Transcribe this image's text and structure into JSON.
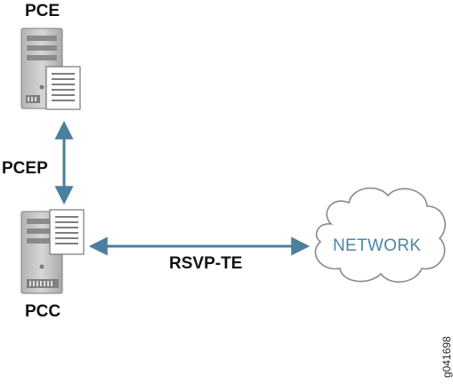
{
  "nodes": {
    "pce": {
      "label": "PCE"
    },
    "pcc": {
      "label": "PCC"
    },
    "network": {
      "label": "NETWORK"
    }
  },
  "links": {
    "pcep": {
      "label": "PCEP",
      "from": "PCE",
      "to": "PCC",
      "bidirectional": true
    },
    "rsvp": {
      "label": "RSVP-TE",
      "from": "PCC",
      "to": "NETWORK",
      "bidirectional": true
    }
  },
  "figure_id": "g041698",
  "colors": {
    "arrow": "#4a7f9e",
    "network_text": "#4a86a8",
    "server_body": "#c2c2c2",
    "label_text": "#111111"
  }
}
